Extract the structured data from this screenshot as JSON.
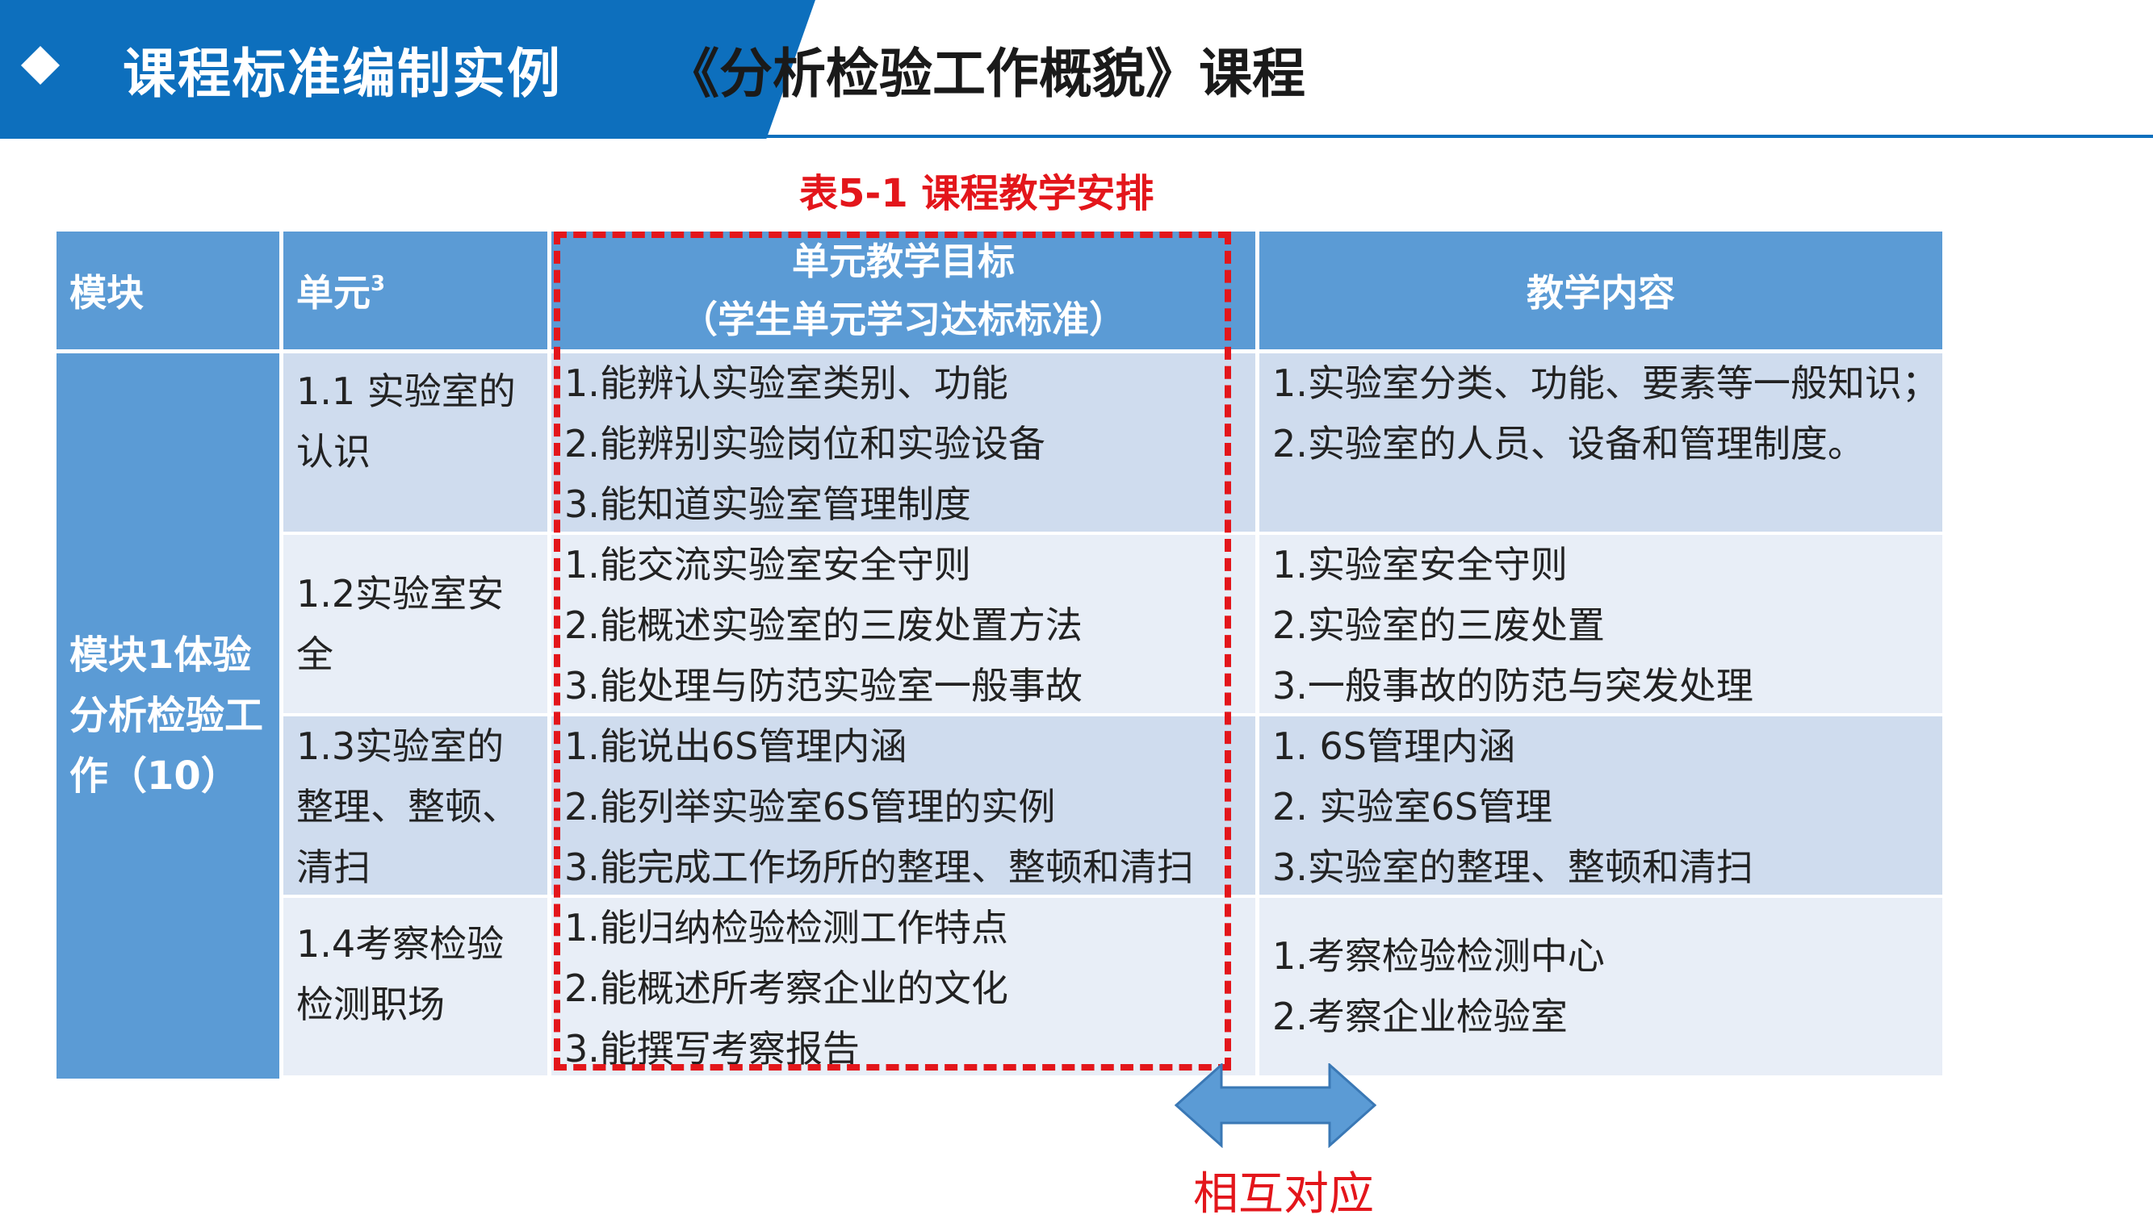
{
  "header": {
    "title": "课程标准编制实例",
    "course": "《分析检验工作概貌》课程",
    "accent_color": "#0d6fbd",
    "icon": "diamond-bullet-icon"
  },
  "table": {
    "caption": "表5-1 课程教学安排",
    "headers": {
      "module": "模块",
      "unit": "单元",
      "unit_sup": "3",
      "goal_line1": "单元教学目标",
      "goal_line2": "（学生单元学习达标标准）",
      "content": "教学内容"
    },
    "module_name": "模块1体验分析检验工作（10）",
    "rows": [
      {
        "unit": "1.1  实验室的认识",
        "goals": [
          "1.能辨认实验室类别、功能",
          "2.能辨别实验岗位和实验设备",
          "3.能知道实验室管理制度"
        ],
        "content": [
          "1.实验室分类、功能、要素等一般知识；",
          "2.实验室的人员、设备和管理制度。"
        ]
      },
      {
        "unit": "1.2实验室安全",
        "goals": [
          "1.能交流实验室安全守则",
          "2.能概述实验室的三废处置方法",
          "3.能处理与防范实验室一般事故"
        ],
        "content": [
          "1.实验室安全守则",
          "2.实验室的三废处置",
          "3.一般事故的防范与突发处理"
        ]
      },
      {
        "unit": "1.3实验室的整理、整顿、清扫",
        "goals": [
          "1.能说出6S管理内涵",
          "2.能列举实验室6S管理的实例",
          "3.能完成工作场所的整理、整顿和清扫"
        ],
        "content": [
          "1. 6S管理内涵",
          "2. 实验室6S管理",
          "3.实验室的整理、整顿和清扫"
        ]
      },
      {
        "unit": "1.4考察检验检测职场",
        "goals": [
          "1.能归纳检验检测工作特点",
          "2.能概述所考察企业的文化",
          "3.能撰写考察报告"
        ],
        "content": [
          "1.考察检验检测中心",
          "2.考察企业检验室"
        ]
      }
    ],
    "colors": {
      "header_bg": "#5b9bd5",
      "row_dark": "#cfdcee",
      "row_light": "#e8eef7",
      "highlight": "#e3161b"
    }
  },
  "annotation": {
    "label": "相互对应",
    "icon": "double-arrow-icon"
  }
}
